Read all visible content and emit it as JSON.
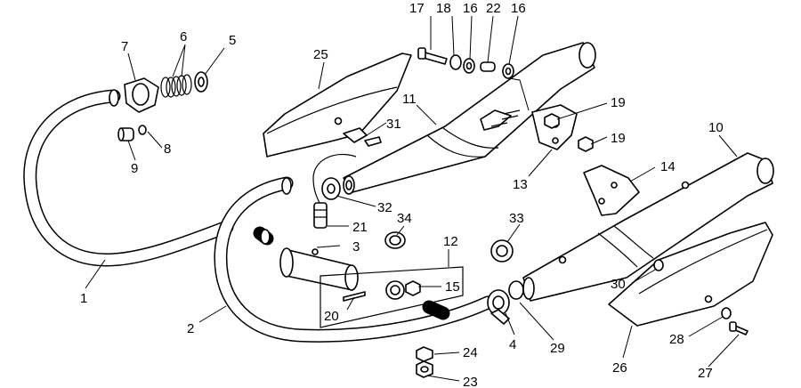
{
  "callouts": {
    "c1": "1",
    "c2": "2",
    "c3": "3",
    "c4": "4",
    "c5": "5",
    "c6": "6",
    "c7": "7",
    "c8": "8",
    "c9": "9",
    "c10": "10",
    "c11": "11",
    "c12": "12",
    "c13": "13",
    "c14": "14",
    "c15": "15",
    "c16a": "16",
    "c16b": "16",
    "c17": "17",
    "c18": "18",
    "c19a": "19",
    "c19b": "19",
    "c20": "20",
    "c21": "21",
    "c22": "22",
    "c23": "23",
    "c24": "24",
    "c25": "25",
    "c26": "26",
    "c27": "27",
    "c28": "28",
    "c29": "29",
    "c30": "30",
    "c31": "31",
    "c32": "32",
    "c33": "33",
    "c34": "34"
  }
}
